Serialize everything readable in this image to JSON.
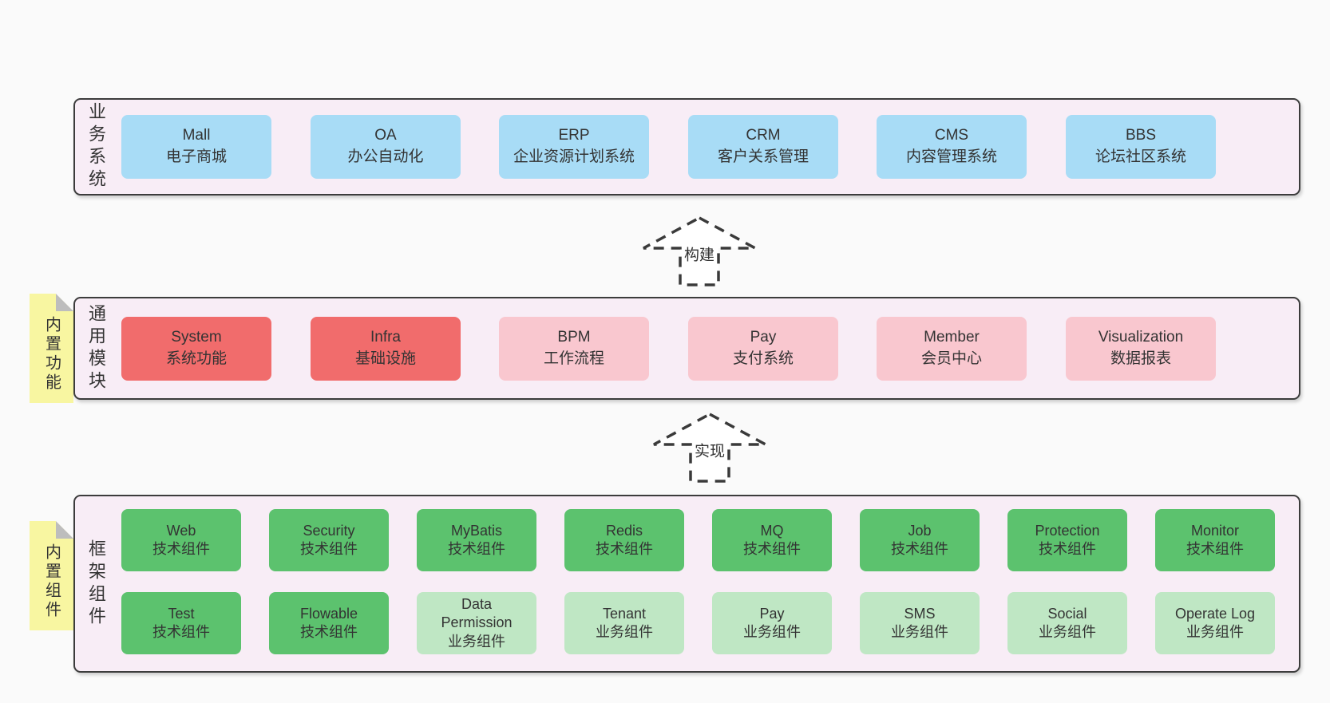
{
  "colors": {
    "page-bg": "#fafafa",
    "panel-bg": "#f8edf6",
    "panel-border": "#3c3c3c",
    "text": "#333333",
    "blue": "#a8dcf6",
    "red": "#f16c6c",
    "pink": "#f9c7cf",
    "green": "#5cc26e",
    "lightgreen": "#bfe7c4",
    "yellow": "#f8f6a1",
    "fold": "#bdbdbd",
    "arrow": "#3a3a3a"
  },
  "layers": {
    "business": {
      "label": "业务系统",
      "boxes": [
        {
          "name": "Mall",
          "subtitle": "电子商城",
          "variant": "blue"
        },
        {
          "name": "OA",
          "subtitle": "办公自动化",
          "variant": "blue"
        },
        {
          "name": "ERP",
          "subtitle": "企业资源计划系统",
          "variant": "blue"
        },
        {
          "name": "CRM",
          "subtitle": "客户关系管理",
          "variant": "blue"
        },
        {
          "name": "CMS",
          "subtitle": "内容管理系统",
          "variant": "blue"
        },
        {
          "name": "BBS",
          "subtitle": "论坛社区系统",
          "variant": "blue"
        }
      ]
    },
    "modules": {
      "label": "通用模块",
      "sticky": "内置功能",
      "boxes": [
        {
          "name": "System",
          "subtitle": "系统功能",
          "variant": "red"
        },
        {
          "name": "Infra",
          "subtitle": "基础设施",
          "variant": "red"
        },
        {
          "name": "BPM",
          "subtitle": "工作流程",
          "variant": "pink"
        },
        {
          "name": "Pay",
          "subtitle": "支付系统",
          "variant": "pink"
        },
        {
          "name": "Member",
          "subtitle": "会员中心",
          "variant": "pink"
        },
        {
          "name": "Visualization",
          "subtitle": "数据报表",
          "variant": "pink"
        }
      ]
    },
    "framework": {
      "label": "框架组件",
      "sticky": "内置组件",
      "row1": [
        {
          "name": "Web",
          "subtitle": "技术组件",
          "variant": "green"
        },
        {
          "name": "Security",
          "subtitle": "技术组件",
          "variant": "green"
        },
        {
          "name": "MyBatis",
          "subtitle": "技术组件",
          "variant": "green"
        },
        {
          "name": "Redis",
          "subtitle": "技术组件",
          "variant": "green"
        },
        {
          "name": "MQ",
          "subtitle": "技术组件",
          "variant": "green"
        },
        {
          "name": "Job",
          "subtitle": "技术组件",
          "variant": "green"
        },
        {
          "name": "Protection",
          "subtitle": "技术组件",
          "variant": "green"
        },
        {
          "name": "Monitor",
          "subtitle": "技术组件",
          "variant": "green"
        }
      ],
      "row2": [
        {
          "name": "Test",
          "subtitle": "技术组件",
          "variant": "green"
        },
        {
          "name": "Flowable",
          "subtitle": "技术组件",
          "variant": "green"
        },
        {
          "name": "Data Permission",
          "subtitle": "业务组件",
          "variant": "lightgreen"
        },
        {
          "name": "Tenant",
          "subtitle": "业务组件",
          "variant": "lightgreen"
        },
        {
          "name": "Pay",
          "subtitle": "业务组件",
          "variant": "lightgreen"
        },
        {
          "name": "SMS",
          "subtitle": "业务组件",
          "variant": "lightgreen"
        },
        {
          "name": "Social",
          "subtitle": "业务组件",
          "variant": "lightgreen"
        },
        {
          "name": "Operate Log",
          "subtitle": "业务组件",
          "variant": "lightgreen"
        }
      ]
    }
  },
  "arrows": [
    {
      "label": "构建"
    },
    {
      "label": "实现"
    }
  ]
}
